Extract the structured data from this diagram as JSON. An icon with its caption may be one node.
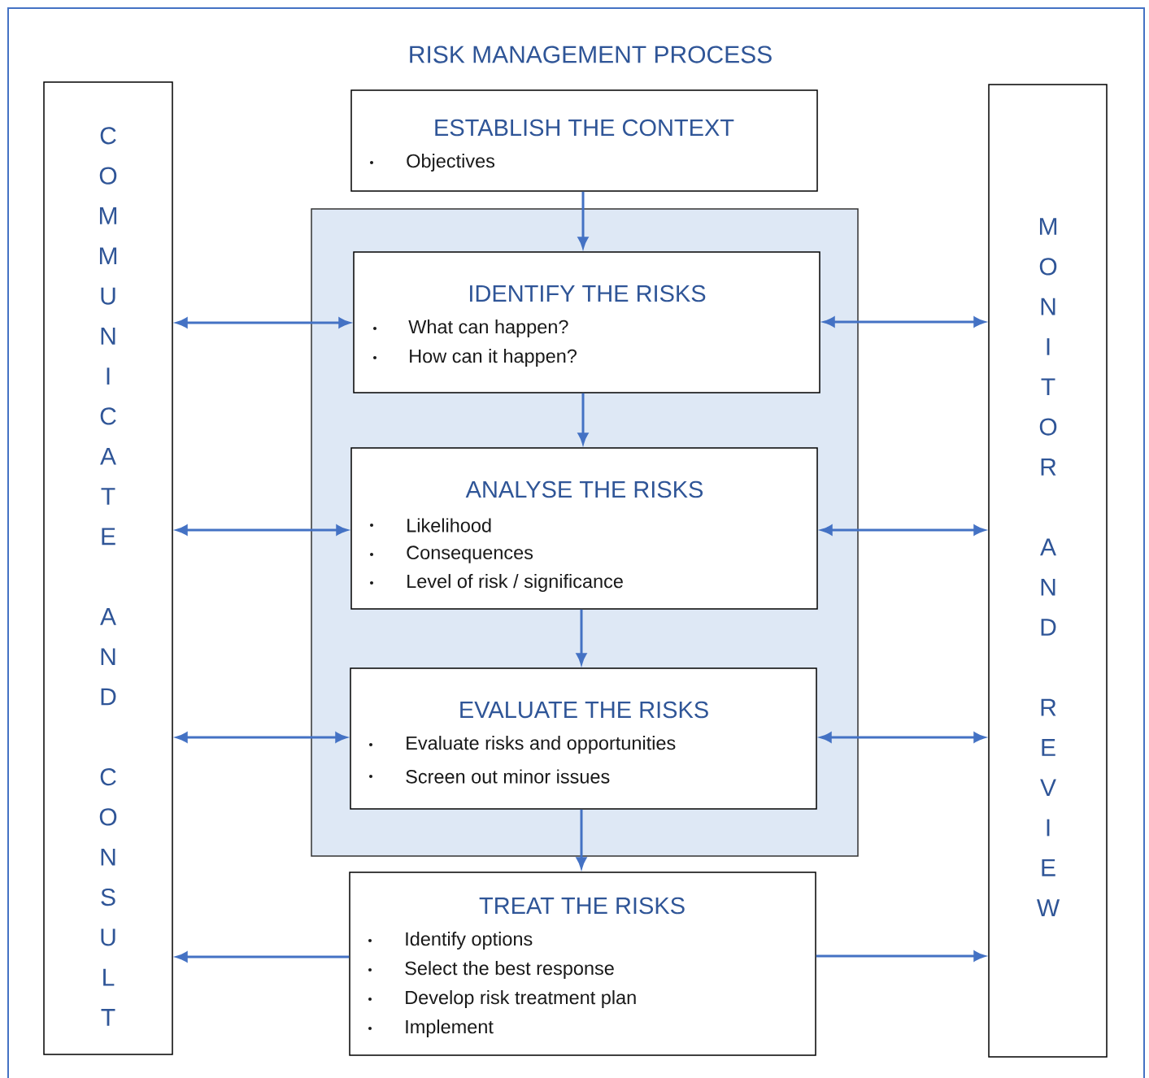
{
  "diagram": {
    "title": "RISK MANAGEMENT PROCESS",
    "nodes": [
      {
        "text": [
          "COMMUNICATE AND CONSULT"
        ]
      },
      {
        "text": [
          "ESTABLISH THE CONTEXT",
          "Objectives"
        ]
      },
      {
        "text": [],
        "shape": "box"
      },
      {
        "text": [
          "IDENTIFY THE RISKS",
          "What can happen?",
          "How can it happen?"
        ],
        "in": 2
      },
      {
        "text": [
          "ANALYSE THE RISKS",
          "Likelihood",
          "Consequences",
          "Level of risk / significance"
        ],
        "in": 2
      },
      {
        "text": [
          "EVALUATE THE RISKS",
          "Evaluate risks and opportunities",
          "Screen out minor issues"
        ],
        "in": 2
      },
      {
        "text": [
          "TREAT THE RISKS",
          "Identify options",
          "Select the best response",
          "Develop risk treatment plan",
          "Implement"
        ]
      },
      {
        "text": [
          "MONITOR AND REVIEW"
        ]
      }
    ],
    "edges": [
      {
        "from": 1,
        "to": 3,
        "arrow": "to"
      },
      {
        "from": 3,
        "to": 4,
        "arrow": "to"
      },
      {
        "from": 4,
        "to": 5,
        "arrow": "to"
      },
      {
        "from": 5,
        "to": 6,
        "arrow": "to"
      },
      {
        "from": 0,
        "to": 3,
        "arrow": "both"
      },
      {
        "from": 3,
        "to": 7,
        "arrow": "both"
      },
      {
        "from": 0,
        "to": 4,
        "arrow": "both"
      },
      {
        "from": 4,
        "to": 7,
        "arrow": "both"
      },
      {
        "from": 0,
        "to": 5,
        "arrow": "both"
      },
      {
        "from": 5,
        "to": 7,
        "arrow": "both"
      },
      {
        "from": 6,
        "to": 0,
        "arrow": "to"
      },
      {
        "from": 6,
        "to": 7,
        "arrow": "to"
      }
    ]
  }
}
